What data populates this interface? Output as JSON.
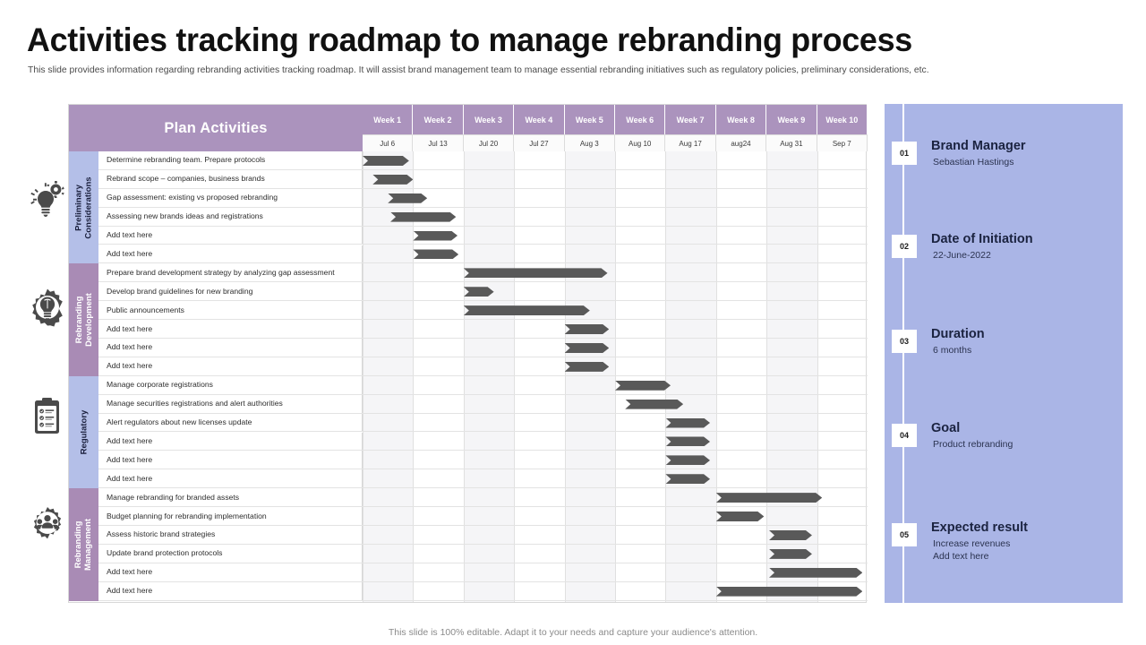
{
  "header": {
    "title": "Activities tracking roadmap to manage rebranding process",
    "subtitle": "This slide provides information regarding rebranding activities tracking roadmap. It will assist brand management team to manage essential rebranding initiatives such as regulatory policies, preliminary considerations, etc."
  },
  "footer": {
    "note": "This slide is 100% editable. Adapt it to your needs and capture your audience's attention."
  },
  "colors": {
    "header_purple": "#ab93bd",
    "section_blue": "#b4bfe8",
    "section_purple": "#a98bb5",
    "panel_blue": "#aab5e6",
    "bar_gray": "#595959"
  },
  "gantt": {
    "title": "Plan Activities",
    "weeks": [
      "Week 1",
      "Week 2",
      "Week 3",
      "Week 4",
      "Week 5",
      "Week 6",
      "Week 7",
      "Week 8",
      "Week 9",
      "Week 10"
    ],
    "dates": [
      "Jul 6",
      "Jul 13",
      "Jul 20",
      "Jul 27",
      "Aug 3",
      "Aug 10",
      "Aug 17",
      "aug24",
      "Aug 31",
      "Sep 7"
    ],
    "icons": [
      "lightbulb-gear-icon",
      "gear-brain-icon",
      "clipboard-checklist-icon",
      "people-gear-icon"
    ],
    "sections": [
      {
        "label": "Preliminary Considerations",
        "style": "blue",
        "tasks": [
          {
            "name": "Determine rebranding team. Prepare protocols",
            "start": 0.0,
            "end": 0.92
          },
          {
            "name": "Rebrand scope – companies, business brands",
            "start": 0.2,
            "end": 1.0
          },
          {
            "name": "Gap assessment: existing vs proposed rebranding",
            "start": 0.5,
            "end": 1.28
          },
          {
            "name": "Assessing new brands ideas and registrations",
            "start": 0.55,
            "end": 1.85
          },
          {
            "name": "Add text here",
            "start": 1.0,
            "end": 1.88
          },
          {
            "name": "Add text here",
            "start": 1.0,
            "end": 1.9
          }
        ]
      },
      {
        "label": "Rebranding Development",
        "style": "purple",
        "tasks": [
          {
            "name": "Prepare brand development strategy by analyzing gap assessment",
            "start": 2.0,
            "end": 4.85
          },
          {
            "name": "Develop brand guidelines for new branding",
            "start": 2.0,
            "end": 2.6
          },
          {
            "name": "Public announcements",
            "start": 2.0,
            "end": 4.5
          },
          {
            "name": "Add text here",
            "start": 4.0,
            "end": 4.88
          },
          {
            "name": "Add text here",
            "start": 4.0,
            "end": 4.88
          },
          {
            "name": "Add text here",
            "start": 4.0,
            "end": 4.88
          }
        ]
      },
      {
        "label": "Regulatory",
        "style": "blue",
        "tasks": [
          {
            "name": "Manage corporate registrations",
            "start": 5.0,
            "end": 6.1
          },
          {
            "name": "Manage securities registrations and alert authorities",
            "start": 5.2,
            "end": 6.35
          },
          {
            "name": "Alert regulators about new licenses update",
            "start": 6.0,
            "end": 6.88
          },
          {
            "name": "Add text here",
            "start": 6.0,
            "end": 6.88
          },
          {
            "name": "Add text here",
            "start": 6.0,
            "end": 6.88
          },
          {
            "name": "Add text here",
            "start": 6.0,
            "end": 6.88
          }
        ]
      },
      {
        "label": "Rebranding Management",
        "style": "purple",
        "tasks": [
          {
            "name": "Manage rebranding for branded assets",
            "start": 7.0,
            "end": 9.1
          },
          {
            "name": "Budget planning for rebranding implementation",
            "start": 7.0,
            "end": 7.95
          },
          {
            "name": "Assess historic brand strategies",
            "start": 8.05,
            "end": 8.9
          },
          {
            "name": "Update brand protection protocols",
            "start": 8.05,
            "end": 8.9
          },
          {
            "name": "Add text here",
            "start": 8.05,
            "end": 9.9
          },
          {
            "name": "Add text here",
            "start": 7.0,
            "end": 9.9
          }
        ]
      }
    ]
  },
  "info_panel": {
    "items": [
      {
        "badge": "01",
        "title": "Brand Manager",
        "sub": "Sebastian Hastings"
      },
      {
        "badge": "02",
        "title": "Date of Initiation",
        "sub": "22-June-2022"
      },
      {
        "badge": "03",
        "title": "Duration",
        "sub": "6 months"
      },
      {
        "badge": "04",
        "title": "Goal",
        "sub": "Product rebranding"
      },
      {
        "badge": "05",
        "title": "Expected result",
        "sub": "Increase revenues\nAdd text here"
      }
    ]
  }
}
